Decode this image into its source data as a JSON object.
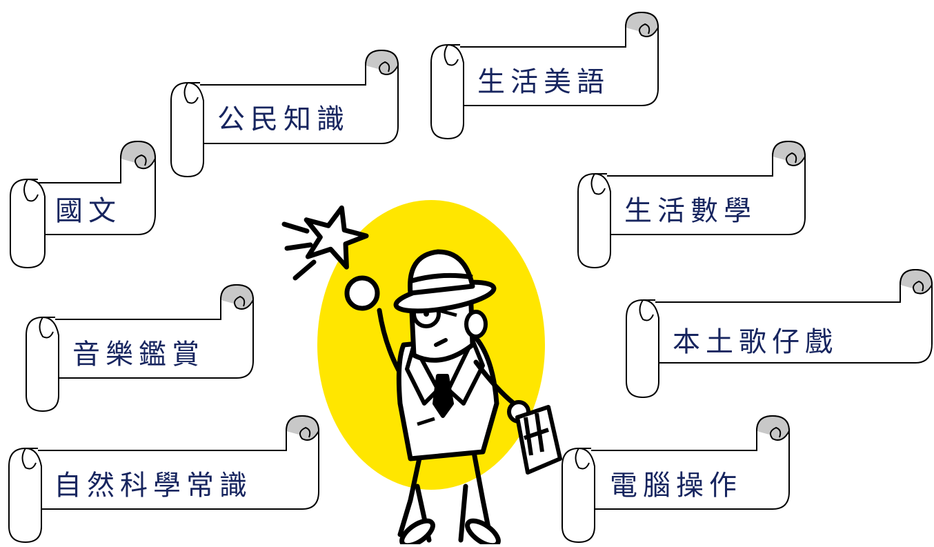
{
  "colors": {
    "ink": "#000000",
    "label_text": "#17255f",
    "scroll_fill": "#ffffff",
    "scroll_curl": "#c8c8c8",
    "backdrop_ellipse": "#ffe600"
  },
  "scrolls": [
    {
      "id": "guowen",
      "label": "國文"
    },
    {
      "id": "gongmin",
      "label": "公民知識"
    },
    {
      "id": "meiyu",
      "label": "生活美語"
    },
    {
      "id": "shuxue",
      "label": "生活數學"
    },
    {
      "id": "gezaixi",
      "label": "本土歌仔戲"
    },
    {
      "id": "yinyue",
      "label": "音樂鑑賞"
    },
    {
      "id": "ziran",
      "label": "自然科學常識"
    },
    {
      "id": "diannao",
      "label": "電腦操作"
    }
  ],
  "illustration": {
    "subject": "detective-with-briefcase",
    "icons": [
      "star-icon",
      "hat-icon",
      "briefcase-icon"
    ]
  }
}
